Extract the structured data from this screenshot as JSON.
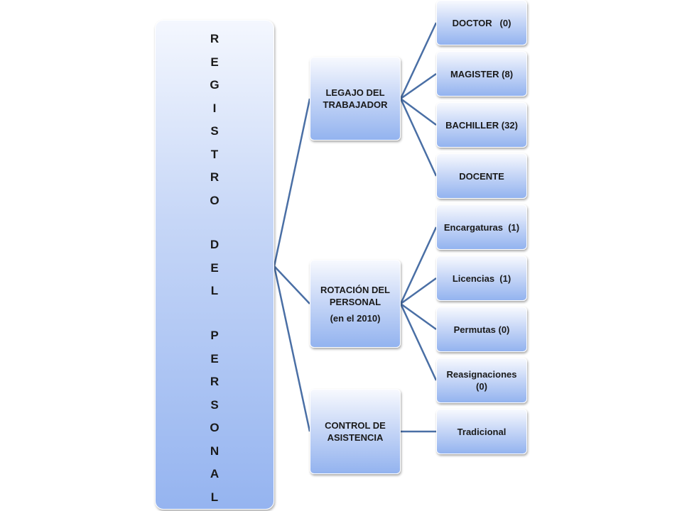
{
  "root": {
    "label": "REGISTRO DEL PERSONAL",
    "letters": [
      "R",
      "E",
      "G",
      "I",
      "S",
      "T",
      "R",
      "O",
      " ",
      "D",
      "E",
      "L",
      " ",
      "P",
      "E",
      "R",
      "S",
      "O",
      "N",
      "A",
      "L"
    ]
  },
  "branches": [
    {
      "label": "LEGAJO DEL TRABAJADOR",
      "leaves": [
        "DOCTOR   (0)",
        "MAGISTER (8)",
        "BACHILLER (32)",
        "DOCENTE"
      ]
    },
    {
      "label": "ROTACIÓN DEL PERSONAL",
      "sublabel": "(en el 2010)",
      "leaves": [
        "Encargaturas  (1)",
        "Licencias  (1)",
        "Permutas (0)",
        "Reasignaciones (0)"
      ]
    },
    {
      "label": "CONTROL DE ASISTENCIA",
      "leaves": [
        "Tradicional"
      ]
    }
  ],
  "colors": {
    "connector": "#4a6fa5",
    "node_top": "#f7f9fe",
    "node_bottom": "#93b3ef"
  }
}
